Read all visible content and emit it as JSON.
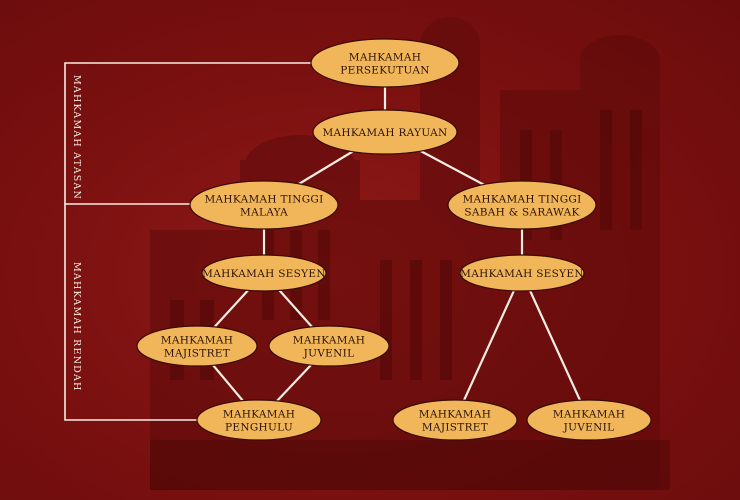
{
  "colors": {
    "background": "#7d1010",
    "node_fill": "#f2b65a",
    "node_border": "#3a0a06",
    "connector": "#f4ede2",
    "label_text": "#2a1208"
  },
  "side_labels": {
    "upper": "MAHKAMAH ATASAN",
    "lower": "MAHKAMAH RENDAH"
  },
  "nodes": [
    {
      "id": "persekutuan",
      "lines": [
        "MAHKAMAH",
        "PERSEKUTUAN"
      ]
    },
    {
      "id": "rayuan",
      "lines": [
        "MAHKAMAH RAYUAN"
      ]
    },
    {
      "id": "tinggi-malaya",
      "lines": [
        "MAHKAMAH TINGGI",
        "MALAYA"
      ]
    },
    {
      "id": "tinggi-sabah-sarawak",
      "lines": [
        "MAHKAMAH TINGGI",
        "SABAH & SARAWAK"
      ]
    },
    {
      "id": "sesyen-malaya",
      "lines": [
        "MAHKAMAH SESYEN"
      ]
    },
    {
      "id": "sesyen-sabah-sarawak",
      "lines": [
        "MAHKAMAH SESYEN"
      ]
    },
    {
      "id": "majistret-malaya",
      "lines": [
        "MAHKAMAH",
        "MAJISTRET"
      ]
    },
    {
      "id": "juvenil-malaya",
      "lines": [
        "MAHKAMAH",
        "JUVENIL"
      ]
    },
    {
      "id": "penghulu",
      "lines": [
        "MAHKAMAH",
        "PENGHULU"
      ]
    },
    {
      "id": "majistret-sabah-sarawak",
      "lines": [
        "MAHKAMAH",
        "MAJISTRET"
      ]
    },
    {
      "id": "juvenil-sabah-sarawak",
      "lines": [
        "MAHKAMAH",
        "JUVENIL"
      ]
    }
  ],
  "edges": [
    [
      "persekutuan",
      "rayuan"
    ],
    [
      "rayuan",
      "tinggi-malaya"
    ],
    [
      "rayuan",
      "tinggi-sabah-sarawak"
    ],
    [
      "tinggi-malaya",
      "sesyen-malaya"
    ],
    [
      "tinggi-sabah-sarawak",
      "sesyen-sabah-sarawak"
    ],
    [
      "sesyen-malaya",
      "majistret-malaya"
    ],
    [
      "sesyen-malaya",
      "juvenil-malaya"
    ],
    [
      "majistret-malaya",
      "penghulu"
    ],
    [
      "juvenil-malaya",
      "penghulu"
    ],
    [
      "sesyen-sabah-sarawak",
      "majistret-sabah-sarawak"
    ],
    [
      "sesyen-sabah-sarawak",
      "juvenil-sabah-sarawak"
    ]
  ]
}
